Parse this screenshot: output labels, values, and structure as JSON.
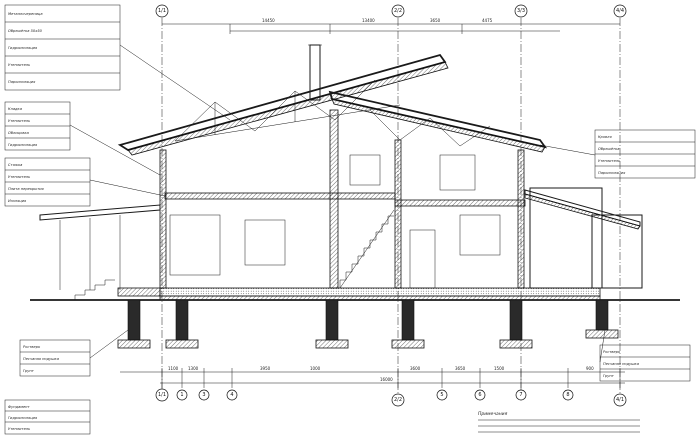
{
  "axes_top": [
    {
      "id": "axis-top-1",
      "label": "1/1"
    },
    {
      "id": "axis-top-2",
      "label": "2/2"
    },
    {
      "id": "axis-top-3",
      "label": "3/3"
    },
    {
      "id": "axis-top-4",
      "label": "4/4"
    }
  ],
  "axes_bottom": [
    {
      "id": "axis-bot-1",
      "label": "1/1"
    },
    {
      "id": "axis-bot-2",
      "label": "1"
    },
    {
      "id": "axis-bot-3",
      "label": "3"
    },
    {
      "id": "axis-bot-4",
      "label": "4"
    },
    {
      "id": "axis-bot-5",
      "label": "2/2"
    },
    {
      "id": "axis-bot-6",
      "label": "5"
    },
    {
      "id": "axis-bot-7",
      "label": "6"
    },
    {
      "id": "axis-bot-8",
      "label": "7"
    },
    {
      "id": "axis-bot-9",
      "label": "8"
    },
    {
      "id": "axis-bot-10",
      "label": "4/1"
    }
  ],
  "dims_top": {
    "overall": "14450",
    "d1": "13400",
    "d2": "3650",
    "d3": "4475"
  },
  "dims_bottom": {
    "overall": "16000",
    "segments": [
      "1100",
      "1300",
      "3950",
      "1000",
      "3600",
      "3650",
      "1500",
      "900"
    ]
  },
  "layers": {
    "roof_left": [
      "Металлочерепица",
      "Обрешётка 50х50",
      "Гидроизоляция",
      "Утеплитель",
      "Пароизоляция"
    ],
    "wall_left": [
      "Кладка",
      "Утеплитель",
      "Облицовка",
      "Гидроизоляция"
    ],
    "floor_left": [
      "Стяжка",
      "Утеплитель",
      "Плита перекрытия",
      "Изоляция"
    ],
    "right_roof": [
      "Кровля",
      "Обрешётка",
      "Утеплитель",
      "Пароизоляция"
    ],
    "foundation_left": [
      "Ростверк",
      "Песчаная подушка",
      "Грунт"
    ],
    "foundation_right": [
      "Ростверк",
      "Песчаная подушка",
      "Грунт"
    ],
    "bottom_left": [
      "Фундамент",
      "Гидроизоляция",
      "Утеплитель"
    ]
  },
  "notes_title": "Примечания"
}
